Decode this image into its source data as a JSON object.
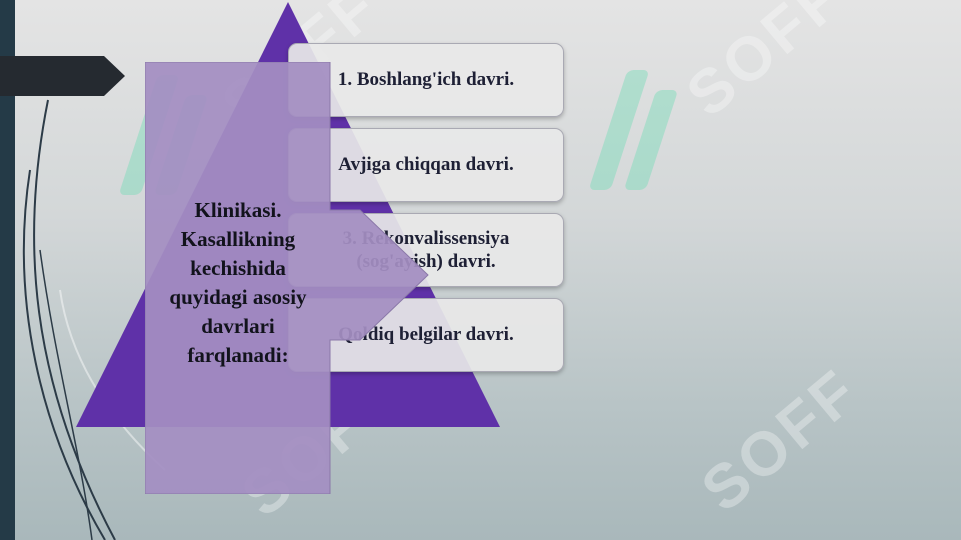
{
  "main_label": "Klinikasi. Kasallikning kechishida quyidagi asosiy davrlari farqlanadi:",
  "stages": [
    {
      "label": "1. Boshlang'ich davri."
    },
    {
      "label": "Avjiga chiqqan davri."
    },
    {
      "label_line1": "3. Rekonvalissensiya",
      "label_line2": "(sog'ayish) davri."
    },
    {
      "label": "Qoldiq belgilar davri."
    }
  ],
  "watermark": "SOFF",
  "colors": {
    "pyramid": "#5f31a8",
    "arrow_overlay": "#a48ec2",
    "box_fill": "#e8e8e8",
    "left_strip": "#243a47",
    "dark_tab": "#252a30"
  }
}
